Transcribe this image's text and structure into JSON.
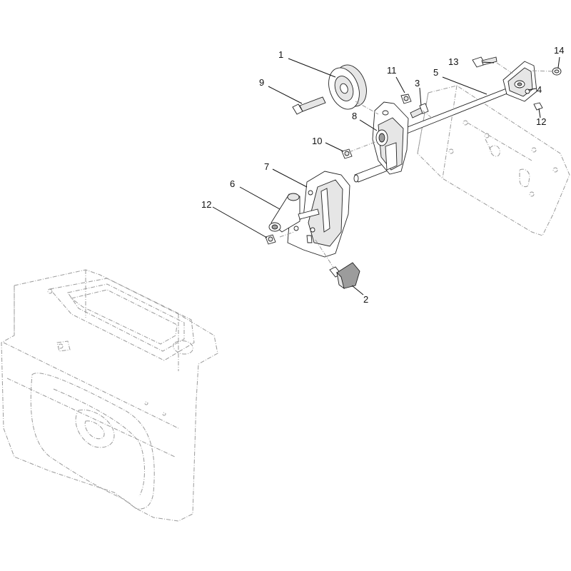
{
  "diagram": {
    "callouts": [
      {
        "id": "c1",
        "text": "1"
      },
      {
        "id": "c2",
        "text": "2"
      },
      {
        "id": "c3",
        "text": "3"
      },
      {
        "id": "c4",
        "text": "4"
      },
      {
        "id": "c5",
        "text": "5"
      },
      {
        "id": "c6",
        "text": "6"
      },
      {
        "id": "c7",
        "text": "7"
      },
      {
        "id": "c8",
        "text": "8"
      },
      {
        "id": "c9",
        "text": "9"
      },
      {
        "id": "c10",
        "text": "10"
      },
      {
        "id": "c11",
        "text": "11"
      },
      {
        "id": "c12a",
        "text": "12"
      },
      {
        "id": "c12b",
        "text": "12"
      },
      {
        "id": "c13",
        "text": "13"
      },
      {
        "id": "c14",
        "text": "14"
      }
    ]
  }
}
